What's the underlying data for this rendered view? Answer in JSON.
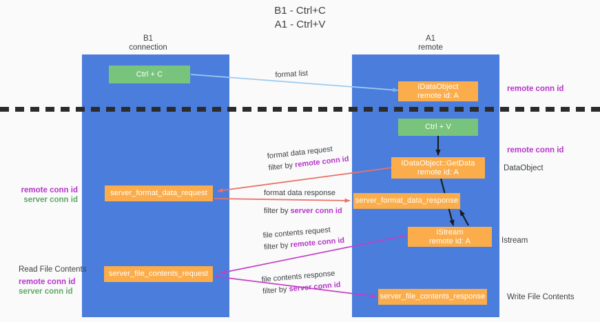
{
  "title": {
    "line1": "B1 - Ctrl+C",
    "line2": "A1 - Ctrl+V"
  },
  "columns": [
    {
      "name": "B1",
      "sub": "connection"
    },
    {
      "name": "A1",
      "sub": "remote"
    }
  ],
  "nodes": {
    "ctrl_c": "Ctrl + C",
    "idataobject_title": "IDataObject",
    "idataobject_sub": "remote id: A",
    "ctrl_v": "Ctrl + V",
    "getdata_title": "IDataObject::GetData",
    "getdata_sub": "remote id: A",
    "server_format_data_request": "server_format_data_request",
    "server_format_data_response": "server_format_data_response",
    "istream_title": "IStream",
    "istream_sub": "remote id: A",
    "server_file_contents_request": "server_file_contents_request",
    "server_file_contents_response": "server_file_contents_response"
  },
  "edges": {
    "format_list": "format list",
    "format_data_request": "format data request",
    "format_data_request_filter_prefix": "filter by ",
    "format_data_request_filter_key": "remote conn id",
    "format_data_response": "format data response",
    "format_data_response_filter_prefix": "filter by ",
    "format_data_response_filter_key": "server conn id",
    "file_contents_request": "file contents request",
    "file_contents_request_filter_prefix": "filter by ",
    "file_contents_request_filter_key": "remote conn id",
    "file_contents_response": "file contents response",
    "file_contents_response_filter_prefix": "filter by ",
    "file_contents_response_filter_key": "server conn id"
  },
  "annotations": {
    "right_remote_conn_id_top": "remote conn id",
    "right_remote_conn_id_mid": "remote conn id",
    "right_dataobject": "DataObject",
    "right_istream": "Istream",
    "right_write_file_contents": "Write File Contents",
    "left_remote_conn_id_1": "remote conn id",
    "left_server_conn_id_1": "server conn id",
    "left_read_file_contents": "Read File Contents",
    "left_remote_conn_id_2": "remote conn id",
    "left_server_conn_id_2": "server conn id"
  },
  "colors": {
    "lane": "#4a7ddc",
    "green_node": "#79c47d",
    "orange_node": "#fbad4b",
    "remote_key": "#b535c9",
    "server_key_green": "#5ea964",
    "arrow_blue": "#9ecbf0",
    "arrow_red": "#e8736a",
    "arrow_magenta": "#c43fc4",
    "arrow_black": "#1a1a1a",
    "separator": "#2b2b2b"
  }
}
